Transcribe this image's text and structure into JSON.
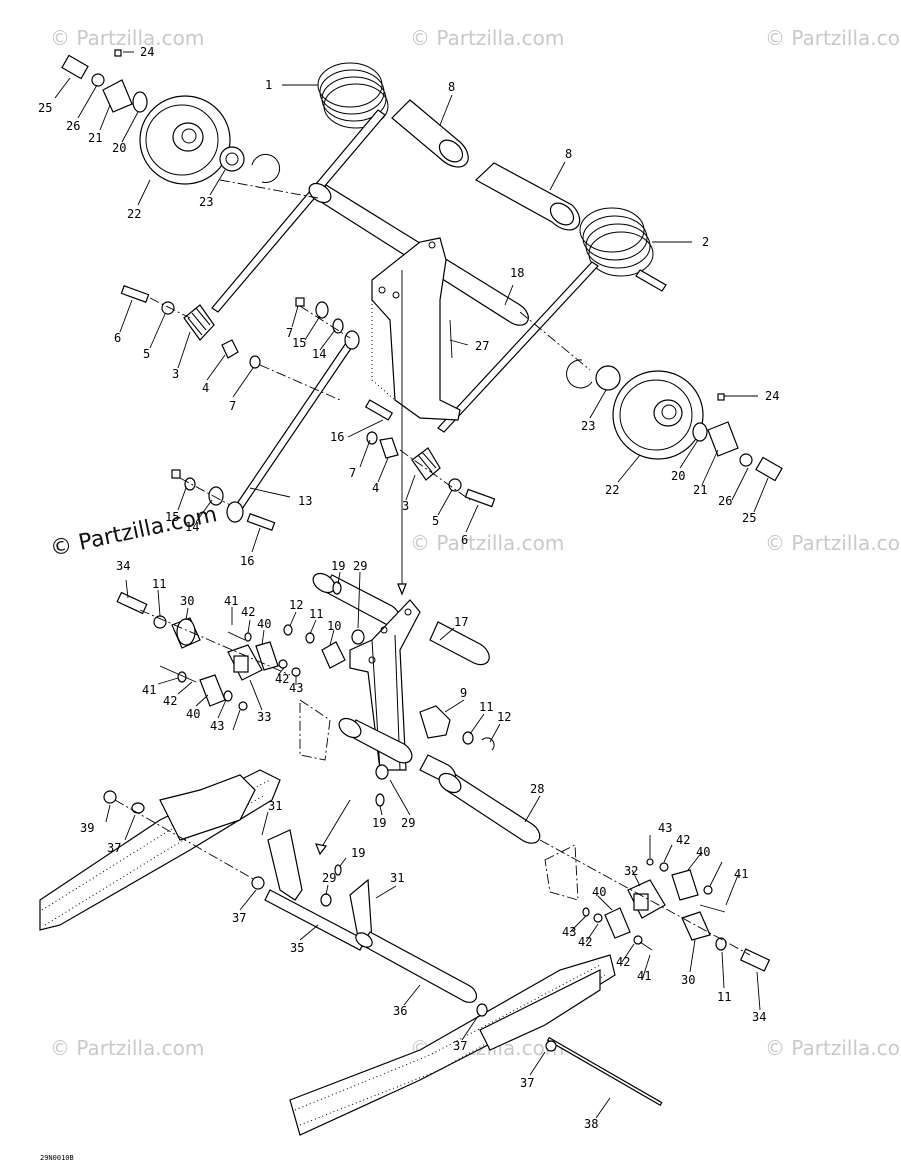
{
  "diagram": {
    "watermarks": [
      "© Partzilla.com",
      "© Partzilla.com",
      "© Partzilla.com",
      "© Partzilla.com",
      "© Partzilla.com",
      "© Partzilla.com",
      "© Partzilla.com",
      "© Partzilla.com",
      "© Partzilla.com"
    ],
    "main_watermark": "© Partzilla.com",
    "drawing_code": "29N0010B",
    "callouts": [
      "1",
      "2",
      "3",
      "3",
      "4",
      "4",
      "5",
      "5",
      "6",
      "6",
      "7",
      "7",
      "7",
      "8",
      "8",
      "9",
      "10",
      "11",
      "11",
      "11",
      "11",
      "12",
      "12",
      "13",
      "14",
      "14",
      "15",
      "15",
      "16",
      "16",
      "17",
      "18",
      "19",
      "19",
      "19",
      "20",
      "20",
      "21",
      "21",
      "22",
      "22",
      "23",
      "23",
      "24",
      "24",
      "25",
      "25",
      "26",
      "26",
      "27",
      "28",
      "29",
      "29",
      "29",
      "30",
      "30",
      "31",
      "31",
      "32",
      "33",
      "34",
      "34",
      "35",
      "36",
      "37",
      "37",
      "37",
      "37",
      "38",
      "39",
      "40",
      "40",
      "40",
      "40",
      "41",
      "41",
      "41",
      "41",
      "42",
      "42",
      "42",
      "42",
      "42",
      "42",
      "43",
      "43",
      "43",
      "43"
    ]
  }
}
